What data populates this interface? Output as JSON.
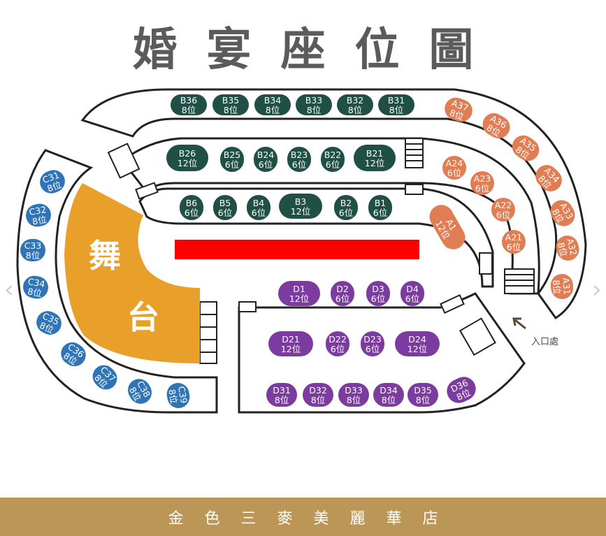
{
  "title": "婚宴座位圖",
  "footer": "金色三麥美麗華店",
  "stage_label": [
    "舞",
    "台"
  ],
  "entrance_label": "入口處",
  "colors": {
    "A": "#e07d52",
    "B": "#1f4f45",
    "C": "#2f74b7",
    "D": "#7c3b9e",
    "stage": "#e9a02a",
    "runway": "#ff0000",
    "footer": "#bc9656"
  },
  "tables": [
    {
      "id": "B36",
      "seats": "8位",
      "section": "B"
    },
    {
      "id": "B35",
      "seats": "8位",
      "section": "B"
    },
    {
      "id": "B34",
      "seats": "8位",
      "section": "B"
    },
    {
      "id": "B33",
      "seats": "8位",
      "section": "B"
    },
    {
      "id": "B32",
      "seats": "8位",
      "section": "B"
    },
    {
      "id": "B31",
      "seats": "8位",
      "section": "B"
    },
    {
      "id": "B26",
      "seats": "12位",
      "section": "B"
    },
    {
      "id": "B25",
      "seats": "6位",
      "section": "B"
    },
    {
      "id": "B24",
      "seats": "6位",
      "section": "B"
    },
    {
      "id": "B23",
      "seats": "6位",
      "section": "B"
    },
    {
      "id": "B22",
      "seats": "6位",
      "section": "B"
    },
    {
      "id": "B21",
      "seats": "12位",
      "section": "B"
    },
    {
      "id": "B6",
      "seats": "6位",
      "section": "B"
    },
    {
      "id": "B5",
      "seats": "6位",
      "section": "B"
    },
    {
      "id": "B4",
      "seats": "6位",
      "section": "B"
    },
    {
      "id": "B3",
      "seats": "12位",
      "section": "B"
    },
    {
      "id": "B2",
      "seats": "6位",
      "section": "B"
    },
    {
      "id": "B1",
      "seats": "6位",
      "section": "B"
    },
    {
      "id": "A37",
      "seats": "8位",
      "section": "A"
    },
    {
      "id": "A36",
      "seats": "8位",
      "section": "A"
    },
    {
      "id": "A35",
      "seats": "8位",
      "section": "A"
    },
    {
      "id": "A34",
      "seats": "8位",
      "section": "A"
    },
    {
      "id": "A33",
      "seats": "8位",
      "section": "A"
    },
    {
      "id": "A32",
      "seats": "8位",
      "section": "A"
    },
    {
      "id": "A31",
      "seats": "8位",
      "section": "A"
    },
    {
      "id": "A24",
      "seats": "6位",
      "section": "A"
    },
    {
      "id": "A23",
      "seats": "6位",
      "section": "A"
    },
    {
      "id": "A22",
      "seats": "6位",
      "section": "A"
    },
    {
      "id": "A21",
      "seats": "6位",
      "section": "A"
    },
    {
      "id": "A1",
      "seats": "12位",
      "section": "A"
    },
    {
      "id": "C31",
      "seats": "8位",
      "section": "C"
    },
    {
      "id": "C32",
      "seats": "8位",
      "section": "C"
    },
    {
      "id": "C33",
      "seats": "8位",
      "section": "C"
    },
    {
      "id": "C34",
      "seats": "8位",
      "section": "C"
    },
    {
      "id": "C35",
      "seats": "8位",
      "section": "C"
    },
    {
      "id": "C36",
      "seats": "8位",
      "section": "C"
    },
    {
      "id": "C37",
      "seats": "8位",
      "section": "C"
    },
    {
      "id": "C38",
      "seats": "8位",
      "section": "C"
    },
    {
      "id": "C39",
      "seats": "8位",
      "section": "C"
    },
    {
      "id": "D1",
      "seats": "12位",
      "section": "D"
    },
    {
      "id": "D2",
      "seats": "6位",
      "section": "D"
    },
    {
      "id": "D3",
      "seats": "6位",
      "section": "D"
    },
    {
      "id": "D4",
      "seats": "6位",
      "section": "D"
    },
    {
      "id": "D21",
      "seats": "12位",
      "section": "D"
    },
    {
      "id": "D22",
      "seats": "6位",
      "section": "D"
    },
    {
      "id": "D23",
      "seats": "6位",
      "section": "D"
    },
    {
      "id": "D24",
      "seats": "12位",
      "section": "D"
    },
    {
      "id": "D31",
      "seats": "8位",
      "section": "D"
    },
    {
      "id": "D32",
      "seats": "8位",
      "section": "D"
    },
    {
      "id": "D33",
      "seats": "8位",
      "section": "D"
    },
    {
      "id": "D34",
      "seats": "8位",
      "section": "D"
    },
    {
      "id": "D35",
      "seats": "8位",
      "section": "D"
    },
    {
      "id": "D36",
      "seats": "8位",
      "section": "D"
    }
  ]
}
